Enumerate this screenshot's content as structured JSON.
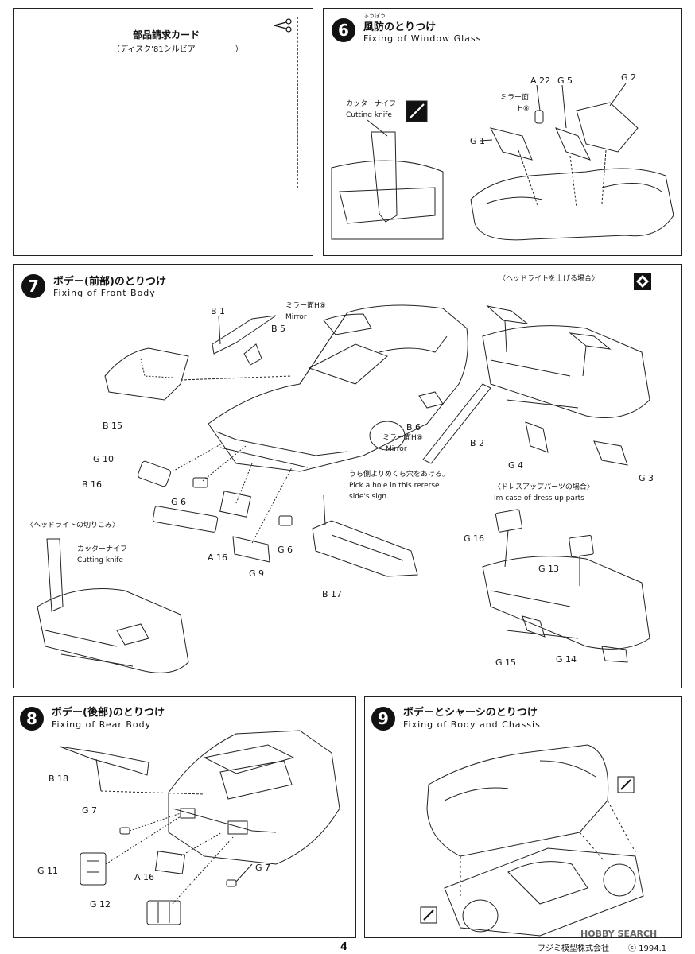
{
  "request_card": {
    "title": "部品請求カード",
    "subtitle": "（ディスク'81シルビア　　　　　）"
  },
  "step6": {
    "number": "6",
    "ruby": "ふうぼう",
    "title_jp": "風防のとりつけ",
    "title_en": "Fixing of Window Glass",
    "cutting_jp": "カッターナイフ",
    "cutting_en": "Cutting knife",
    "mirror_face": "ミラー面",
    "part_mirror": "H⑧",
    "parts": [
      "A 22",
      "G 5",
      "G 2",
      "G 1"
    ]
  },
  "step7": {
    "number": "7",
    "title_jp": "ボデー(前部)のとりつけ",
    "title_en": "Fixing of Front Body",
    "headlight_up": "〈ヘッドライトを上げる場合〉",
    "mirror_face": "ミラー面",
    "mirror_h8": "H⑧",
    "mirror_en": "Mirror",
    "pick_jp": "うら側よりめくら穴をあける。",
    "pick_en1": "Pick a hole in this rererse",
    "pick_en2": "side's sign.",
    "dress_jp": "〈ドレスアップパーツの場合〉",
    "dress_en": "Im case of dress up parts",
    "cutout_jp": "〈ヘッドライトの切りこみ〉",
    "cutting_jp": "カッターナイフ",
    "cutting_en": "Cutting knife",
    "parts": {
      "b1": "B 1",
      "b5": "B 5",
      "b15": "B 15",
      "b6": "B 6",
      "b2": "B 2",
      "g10": "G 10",
      "b16": "B 16",
      "g6a": "G 6",
      "a16": "A 16",
      "g9": "G 9",
      "g6b": "G 6",
      "b17": "B 17",
      "g4": "G 4",
      "g3": "G 3",
      "g16": "G 16",
      "g13": "G 13",
      "g15": "G 15",
      "g14": "G 14"
    }
  },
  "step8": {
    "number": "8",
    "title_jp": "ボデー(後部)のとりつけ",
    "title_en": "Fixing of Rear Body",
    "parts": {
      "b18": "B 18",
      "g7a": "G 7",
      "g11": "G 11",
      "a16": "A 16",
      "g7b": "G 7",
      "g12": "G 12"
    }
  },
  "step9": {
    "number": "9",
    "title_jp": "ボデーとシャーシのとりつけ",
    "title_en": "Fixing of Body and Chassis"
  },
  "footer": {
    "page": "4",
    "company": "フジミ模型株式会社",
    "copyright": "ⓒ  1994.1"
  },
  "watermark": "HOBBY SEARCH"
}
